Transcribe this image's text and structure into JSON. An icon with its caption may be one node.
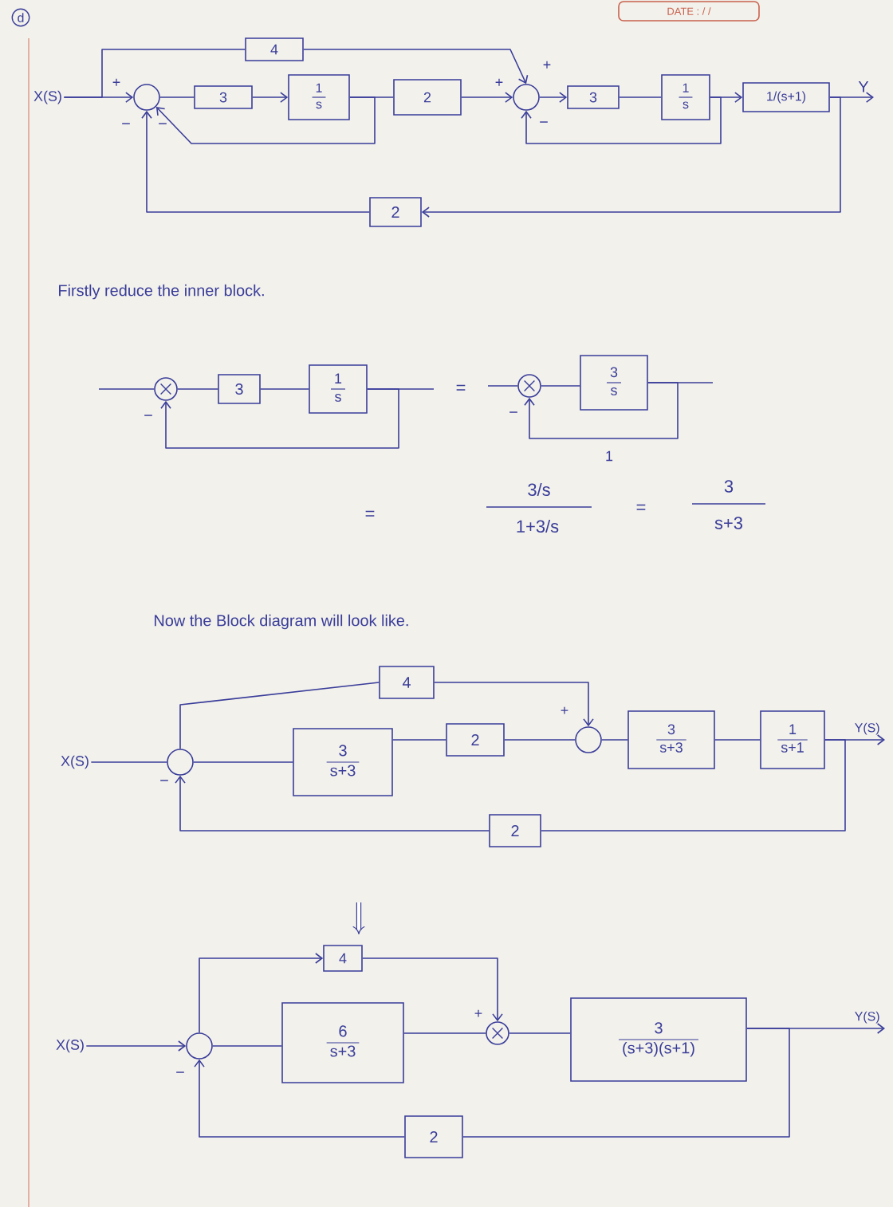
{
  "diagram": {
    "nodes": [
      {
        "text": [
          "4"
        ]
      },
      {
        "text": [
          "X(S)"
        ]
      },
      {
        "text": [],
        "shape": "circle"
      },
      {
        "text": [
          "3"
        ]
      },
      {
        "text": [
          "1",
          "s"
        ]
      },
      {
        "text": [
          "2"
        ]
      },
      {
        "text": [],
        "shape": "circle"
      },
      {
        "text": [
          "3"
        ]
      },
      {
        "text": [
          "1",
          "s"
        ]
      },
      {
        "text": [
          "1/(s+1)"
        ]
      },
      {
        "text": [
          "2"
        ]
      },
      {
        "text": [],
        "shape": "circle"
      },
      {
        "text": [
          "3"
        ]
      },
      {
        "text": [
          "1",
          "s"
        ]
      },
      {
        "text": [],
        "shape": "circle"
      },
      {
        "text": [
          "3",
          "s"
        ]
      },
      {
        "text": [
          "4"
        ]
      },
      {
        "text": [
          "X(S)"
        ]
      },
      {
        "text": [],
        "shape": "circle"
      },
      {
        "text": [
          "3",
          "s+3"
        ]
      },
      {
        "text": [
          "2"
        ]
      },
      {
        "text": [],
        "shape": "circle"
      },
      {
        "text": [
          "3",
          "s+3"
        ]
      },
      {
        "text": [
          "1",
          "s+1"
        ]
      },
      {
        "text": [
          "2"
        ]
      },
      {
        "text": [
          "4"
        ]
      },
      {
        "text": [
          "X(S)"
        ]
      },
      {
        "text": [],
        "shape": "circle"
      },
      {
        "text": [
          "6",
          "s+3"
        ]
      },
      {
        "text": [],
        "shape": "circle"
      },
      {
        "text": [
          "3",
          "(s+3)(s+1)"
        ]
      },
      {
        "text": [
          "2"
        ]
      },
      {
        "text": [
          "Y"
        ]
      },
      {
        "text": [
          "Y(S)"
        ]
      },
      {
        "text": [
          "Y(S)"
        ]
      }
    ],
    "edges": [
      {
        "from": 1,
        "to": 2,
        "arrow": "to"
      },
      {
        "from": 1,
        "to": 0,
        "arrow": "none"
      },
      {
        "from": 0,
        "to": 6,
        "arrow": "to"
      },
      {
        "from": 2,
        "to": 3,
        "arrow": "none"
      },
      {
        "from": 3,
        "to": 4,
        "arrow": "to"
      },
      {
        "from": 4,
        "to": 5,
        "arrow": "none"
      },
      {
        "from": 4,
        "to": 2,
        "arrow": "to"
      },
      {
        "from": 5,
        "to": 6,
        "arrow": "to"
      },
      {
        "from": 6,
        "to": 7,
        "arrow": "to"
      },
      {
        "from": 7,
        "to": 8,
        "arrow": "none"
      },
      {
        "from": 8,
        "to": 9,
        "arrow": "to"
      },
      {
        "from": 8,
        "to": 6,
        "arrow": "to"
      },
      {
        "from": 9,
        "to": 32,
        "arrow": "to"
      },
      {
        "from": 9,
        "to": 10,
        "arrow": "to"
      },
      {
        "from": 10,
        "to": 2,
        "arrow": "to"
      },
      {
        "from": null,
        "to": 11,
        "arrow": "none"
      },
      {
        "from": 11,
        "to": 12,
        "arrow": "none"
      },
      {
        "from": 12,
        "to": 13,
        "arrow": "none"
      },
      {
        "from": 13,
        "to": null,
        "arrow": "none"
      },
      {
        "from": 13,
        "to": 11,
        "arrow": "to"
      },
      {
        "from": null,
        "to": 14,
        "arrow": "none"
      },
      {
        "from": 14,
        "to": 15,
        "arrow": "none"
      },
      {
        "from": 15,
        "to": null,
        "arrow": "none"
      },
      {
        "from": 15,
        "to": 14,
        "arrow": "to",
        "label": "1"
      },
      {
        "from": 17,
        "to": 18,
        "arrow": "none"
      },
      {
        "from": 18,
        "to": 16,
        "arrow": "none"
      },
      {
        "from": 16,
        "to": 21,
        "arrow": "to"
      },
      {
        "from": 18,
        "to": 19,
        "arrow": "none"
      },
      {
        "from": 19,
        "to": 20,
        "arrow": "none"
      },
      {
        "from": 20,
        "to": 21,
        "arrow": "none"
      },
      {
        "from": 21,
        "to": 22,
        "arrow": "none"
      },
      {
        "from": 22,
        "to": 23,
        "arrow": "none"
      },
      {
        "from": 23,
        "to": 33,
        "arrow": "to"
      },
      {
        "from": 23,
        "to": 24,
        "arrow": "none"
      },
      {
        "from": 24,
        "to": 18,
        "arrow": "to"
      },
      {
        "from": 26,
        "to": 27,
        "arrow": "to"
      },
      {
        "from": 27,
        "to": 25,
        "arrow": "to"
      },
      {
        "from": 25,
        "to": 29,
        "arrow": "to"
      },
      {
        "from": 27,
        "to": 28,
        "arrow": "none"
      },
      {
        "from": 28,
        "to": 29,
        "arrow": "none"
      },
      {
        "from": 29,
        "to": 30,
        "arrow": "none"
      },
      {
        "from": 30,
        "to": 34,
        "arrow": "to"
      },
      {
        "from": 30,
        "to": 31,
        "arrow": "none"
      },
      {
        "from": 31,
        "to": 27,
        "arrow": "to"
      }
    ],
    "labels": [
      "DATE : / /",
      "d",
      "+",
      "+",
      "+",
      "−",
      "−",
      "−",
      "Firstly reduce the inner block.",
      "−",
      "=",
      "−",
      "=",
      "3/s",
      "1+3/s",
      "=",
      "3",
      "s+3",
      "Now the Block diagram will look like.",
      "+",
      "−",
      "+",
      "−"
    ]
  }
}
